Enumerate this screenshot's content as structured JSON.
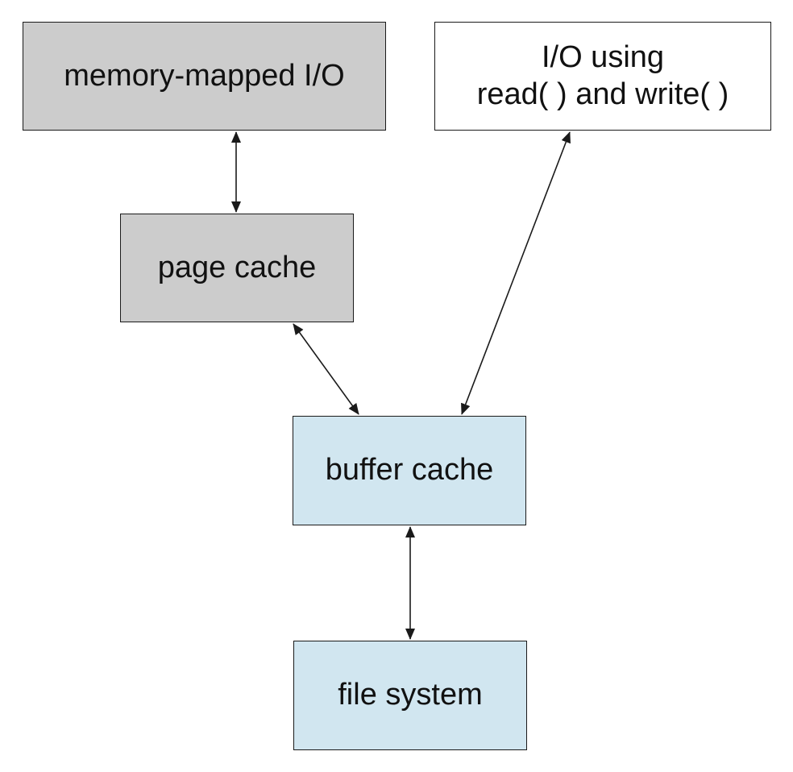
{
  "colors": {
    "gray_fill": "#cccccc",
    "white_fill": "#ffffff",
    "blue_fill": "#d1e6f0",
    "stroke": "#1a1a1a"
  },
  "boxes": {
    "mmio": {
      "label": "memory-mapped I/O",
      "fill": "gray"
    },
    "rw": {
      "line1": "I/O using",
      "line2": "read( ) and write( )",
      "fill": "white"
    },
    "page_cache": {
      "label": "page cache",
      "fill": "gray"
    },
    "buffer_cache": {
      "label": "buffer cache",
      "fill": "blue"
    },
    "file_system": {
      "label": "file system",
      "fill": "blue"
    }
  },
  "connections": [
    {
      "from": "memory-mapped I/O",
      "to": "page cache",
      "direction": "both"
    },
    {
      "from": "page cache",
      "to": "buffer cache",
      "direction": "both"
    },
    {
      "from": "I/O using read( ) and write( )",
      "to": "buffer cache",
      "direction": "both"
    },
    {
      "from": "buffer cache",
      "to": "file system",
      "direction": "both"
    }
  ]
}
